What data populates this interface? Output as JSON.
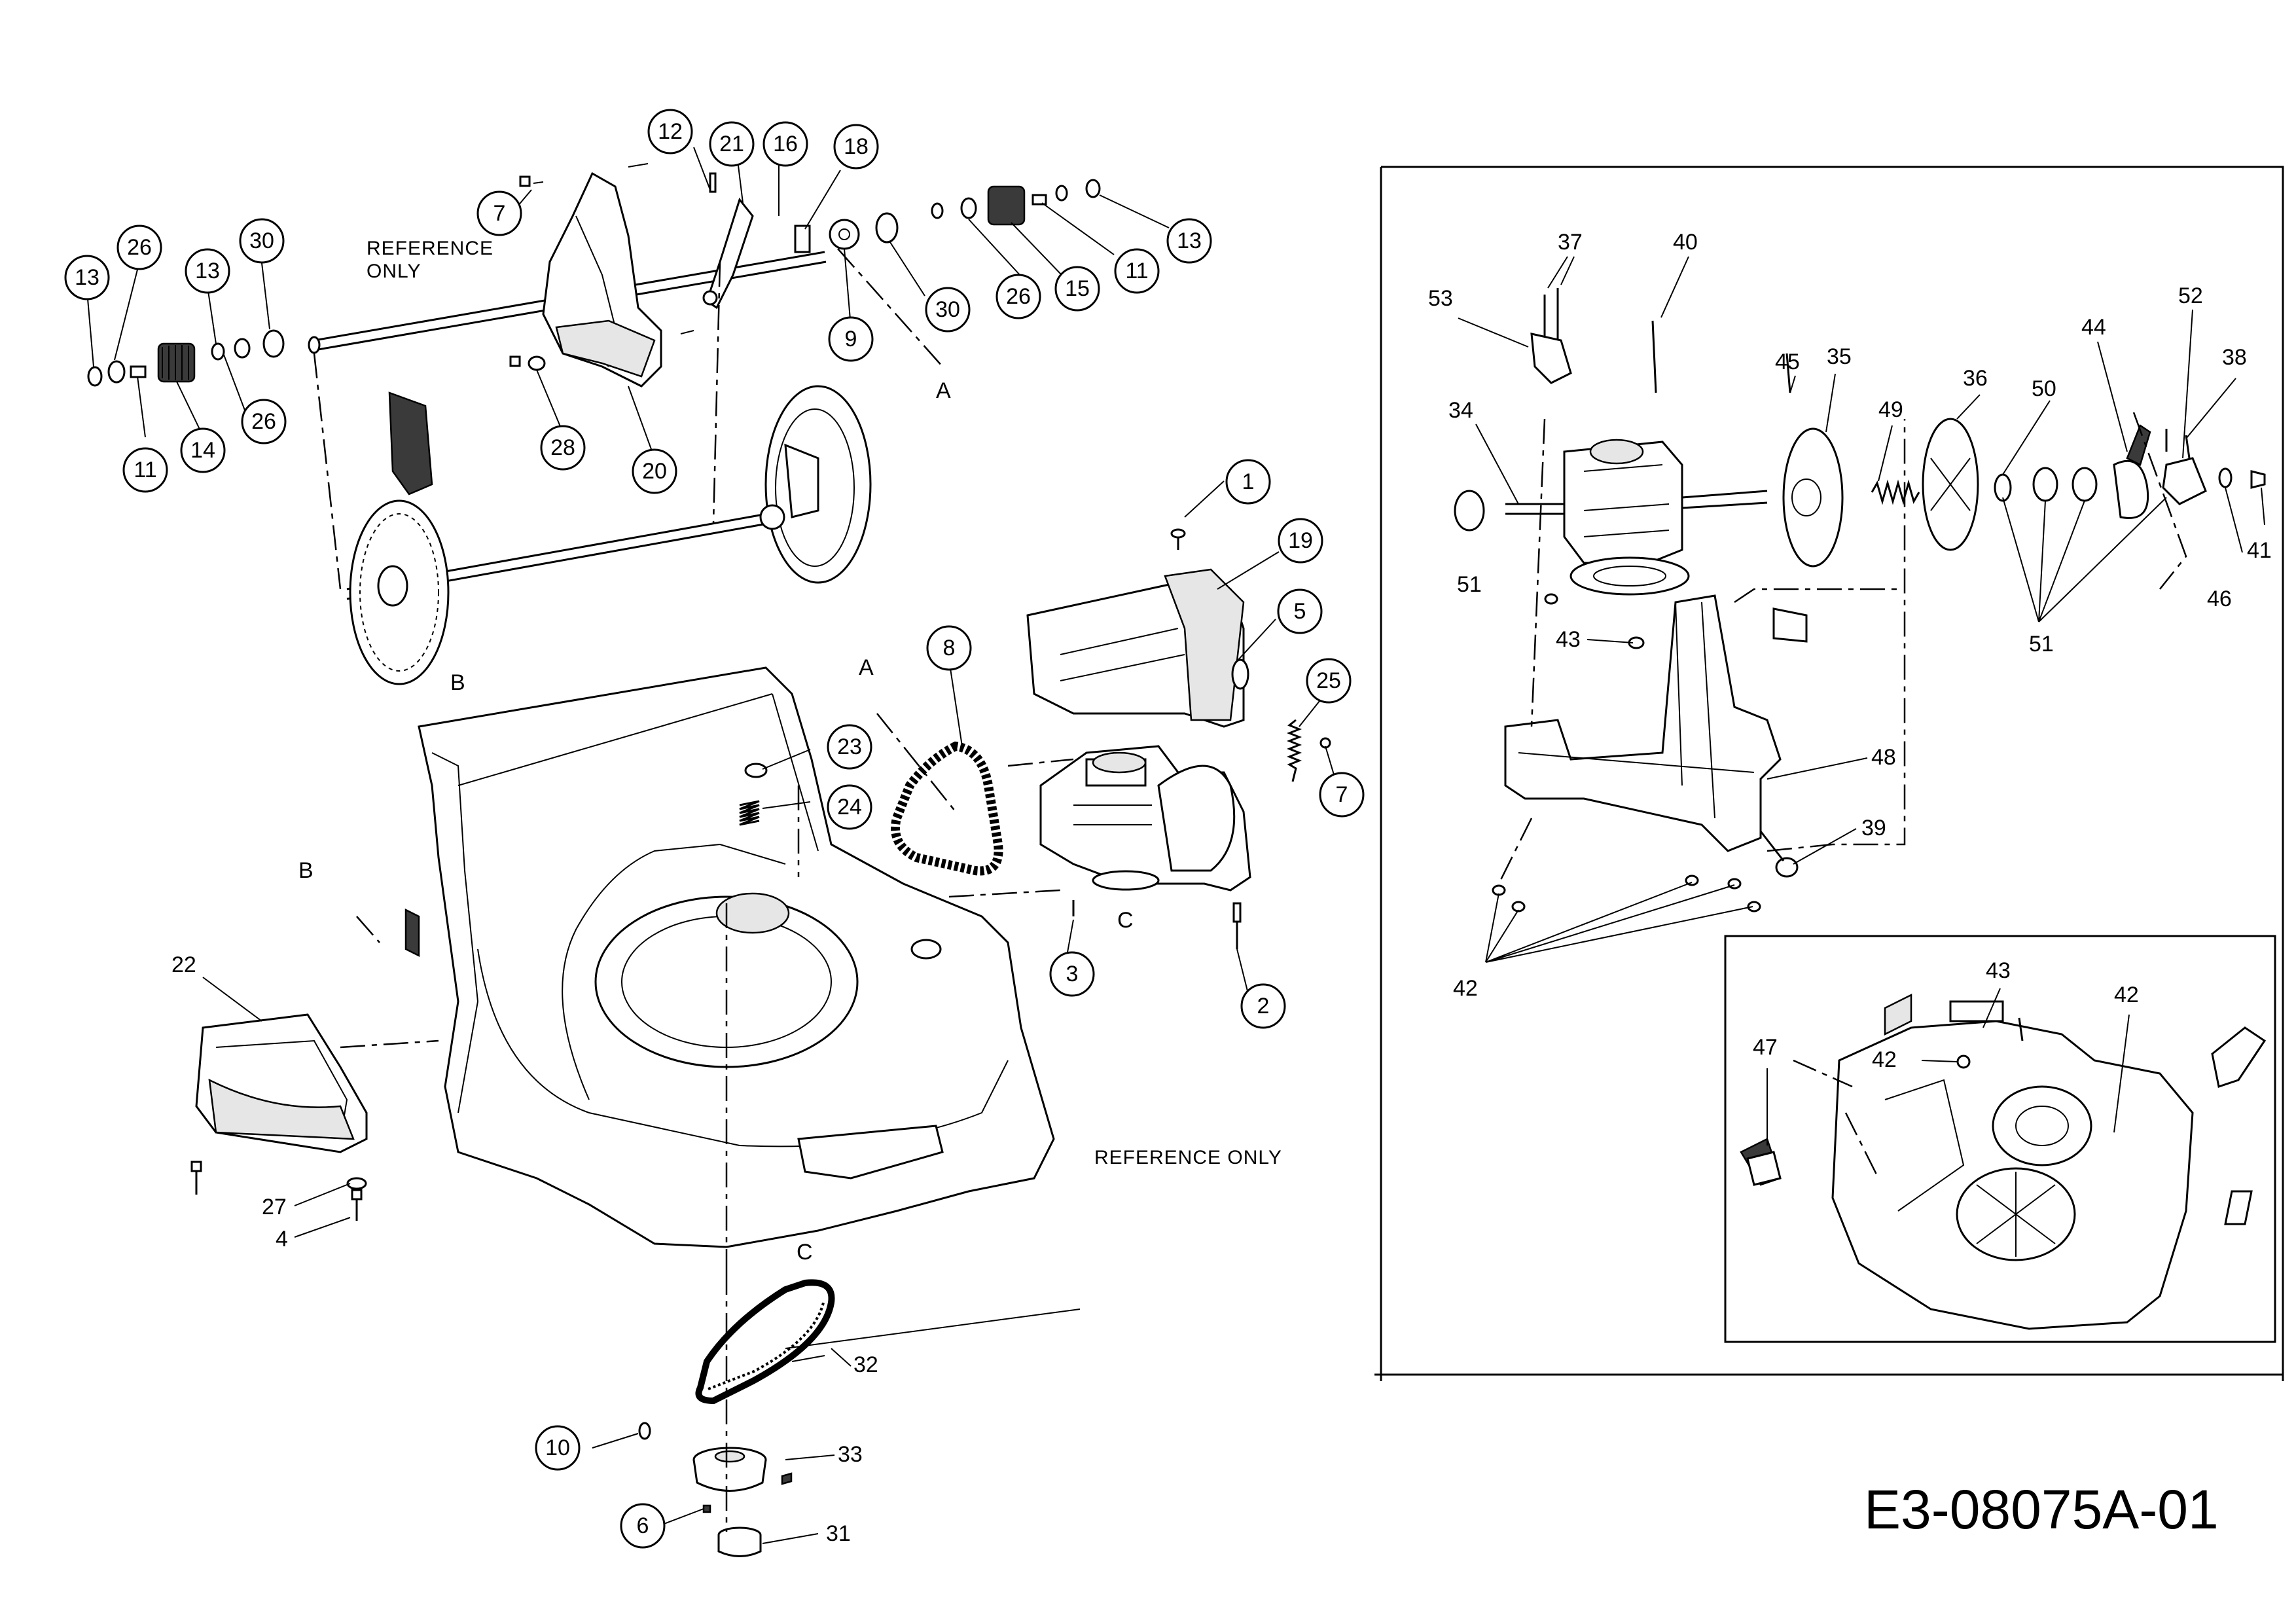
{
  "drawing_code": "E3-08075A-01",
  "reference_notes": {
    "upper": [
      "REFERENCE",
      "ONLY"
    ],
    "deck": "REFERENCE ONLY"
  },
  "section_markers": {
    "a_top": "A",
    "a_chain": "A",
    "b_wheel": "B",
    "b_deck": "B",
    "c_engine": "C",
    "c_belt": "C"
  },
  "callouts_circled": {
    "p1": "1",
    "p2": "2",
    "p3": "3",
    "p5": "5",
    "p6": "6",
    "p7a": "7",
    "p7b": "7",
    "p8": "8",
    "p9": "9",
    "p10": "10",
    "p11a": "11",
    "p11b": "11",
    "p12": "12",
    "p13a": "13",
    "p13b": "13",
    "p13c": "13",
    "p14": "14",
    "p15": "15",
    "p16": "16",
    "p18": "18",
    "p19": "19",
    "p20": "20",
    "p21": "21",
    "p23": "23",
    "p24": "24",
    "p25": "25",
    "p26a": "26",
    "p26b": "26",
    "p26c": "26",
    "p28": "28",
    "p30a": "30",
    "p30b": "30"
  },
  "callouts_plain": {
    "p4": "4",
    "p22": "22",
    "p27": "27",
    "p31": "31",
    "p32": "32",
    "p33": "33",
    "p34": "34",
    "p35": "35",
    "p36": "36",
    "p37": "37",
    "p38": "38",
    "p39": "39",
    "p40": "40",
    "p41": "41",
    "p42a": "42",
    "p42b": "42",
    "p42c": "42",
    "p43a": "43",
    "p43b": "43",
    "p44": "44",
    "p45": "45",
    "p46": "46",
    "p47": "47",
    "p48": "48",
    "p49": "49",
    "p50": "50",
    "p51a": "51",
    "p51b": "51",
    "p52": "52",
    "p53": "53"
  }
}
